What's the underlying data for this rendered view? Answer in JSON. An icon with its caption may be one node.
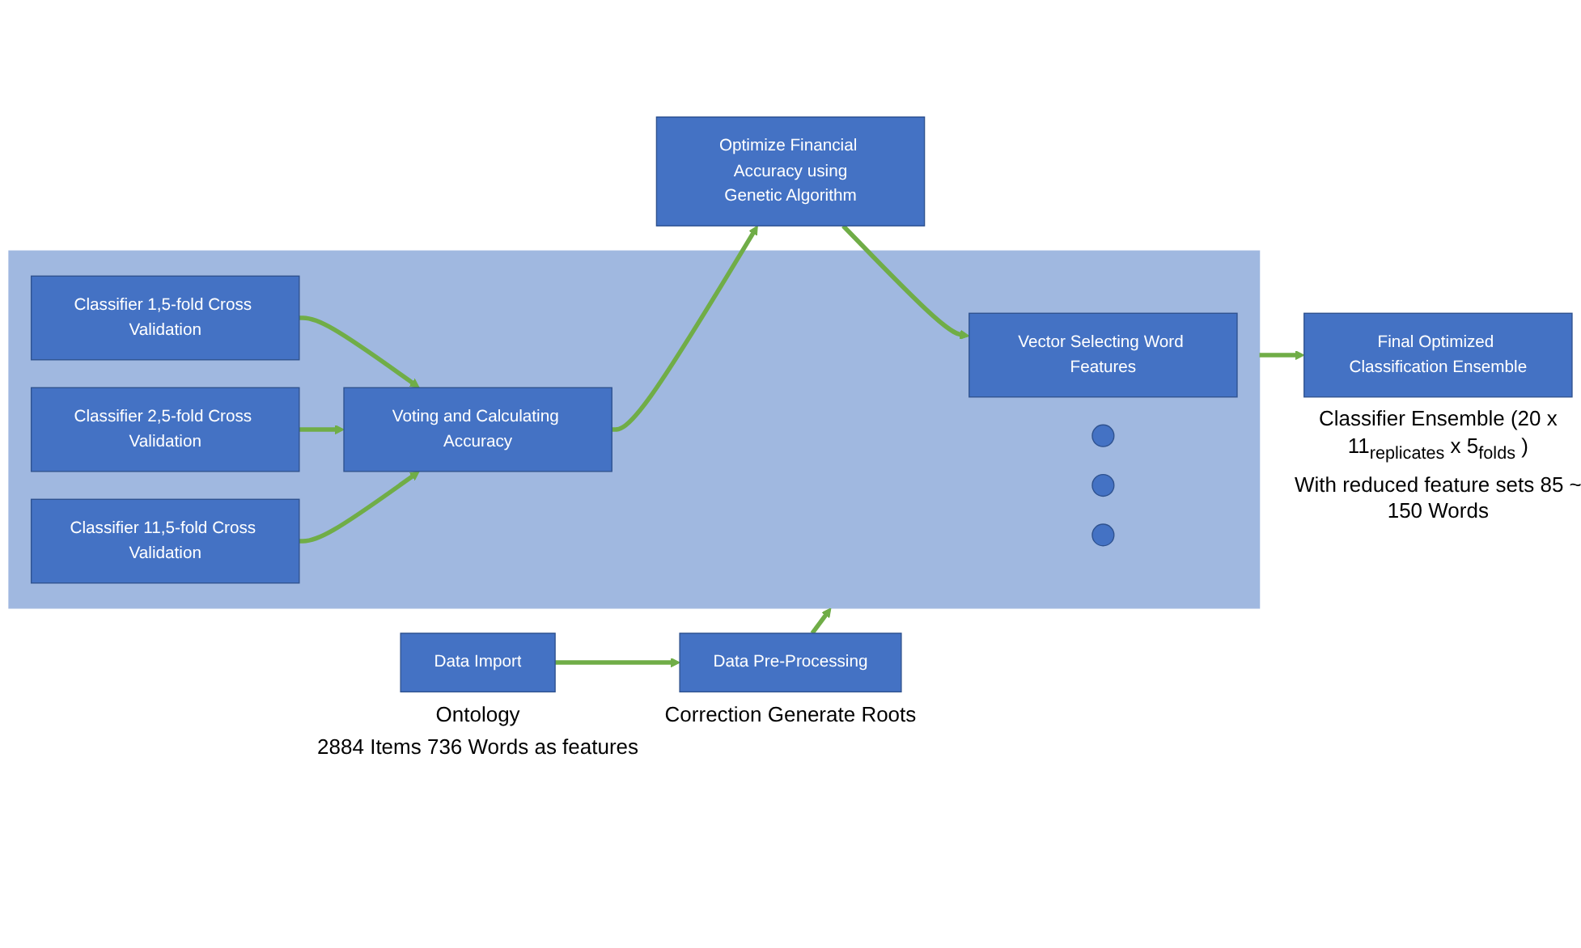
{
  "diagram": {
    "nodes": [
      {
        "text": [
          "Data Import"
        ],
        "beside": [
          "Ontology",
          "2884 Items 736 Words as features"
        ]
      },
      {
        "text": [
          "Data Pre-Processing"
        ],
        "beside": [
          "Correction Generate Roots"
        ]
      },
      {
        "text": [
          "Optimize Financial Accuracy using",
          "Genetic Algorithm"
        ]
      },
      {
        "text": [],
        "shape": "box"
      },
      {
        "text": [
          "Vector Selecting Word Features"
        ],
        "in": 3
      },
      {
        "text": [
          "Classifier 1,5-fold Cross Validation"
        ],
        "in": 3
      },
      {
        "text": [
          "Classifier 2,5-fold Cross Validation"
        ],
        "in": 3
      },
      {
        "text": [],
        "shape": "circle",
        "in": 3
      },
      {
        "text": [],
        "shape": "circle",
        "in": 3
      },
      {
        "text": [],
        "shape": "circle",
        "in": 3
      },
      {
        "text": [
          "Classifier 11,5-fold Cross Validation"
        ],
        "in": 3
      },
      {
        "text": [
          "Voting and Calculating Accuracy"
        ],
        "in": 3
      },
      {
        "text": [
          "Final Optimized Classification Ensemble"
        ],
        "beside": [
          "Classifier Ensemble (20 x 11$_{replicates}$ x 5$_{folds}$ )",
          "With reduced feature sets 85 ~ 150 Words"
        ]
      }
    ],
    "edges": [
      {
        "from": 0,
        "to": 1,
        "arrow": "to"
      },
      {
        "from": 1,
        "to": 3,
        "arrow": "to"
      },
      {
        "from": 2,
        "to": 4,
        "arrow": "to"
      },
      {
        "from": 5,
        "to": 11,
        "arrow": "to"
      },
      {
        "from": 6,
        "to": 11,
        "arrow": "to"
      },
      {
        "from": 10,
        "to": 11,
        "arrow": "to"
      },
      {
        "from": 11,
        "to": 2,
        "arrow": "to"
      },
      {
        "from": 3,
        "to": 12,
        "arrow": "to"
      }
    ]
  }
}
